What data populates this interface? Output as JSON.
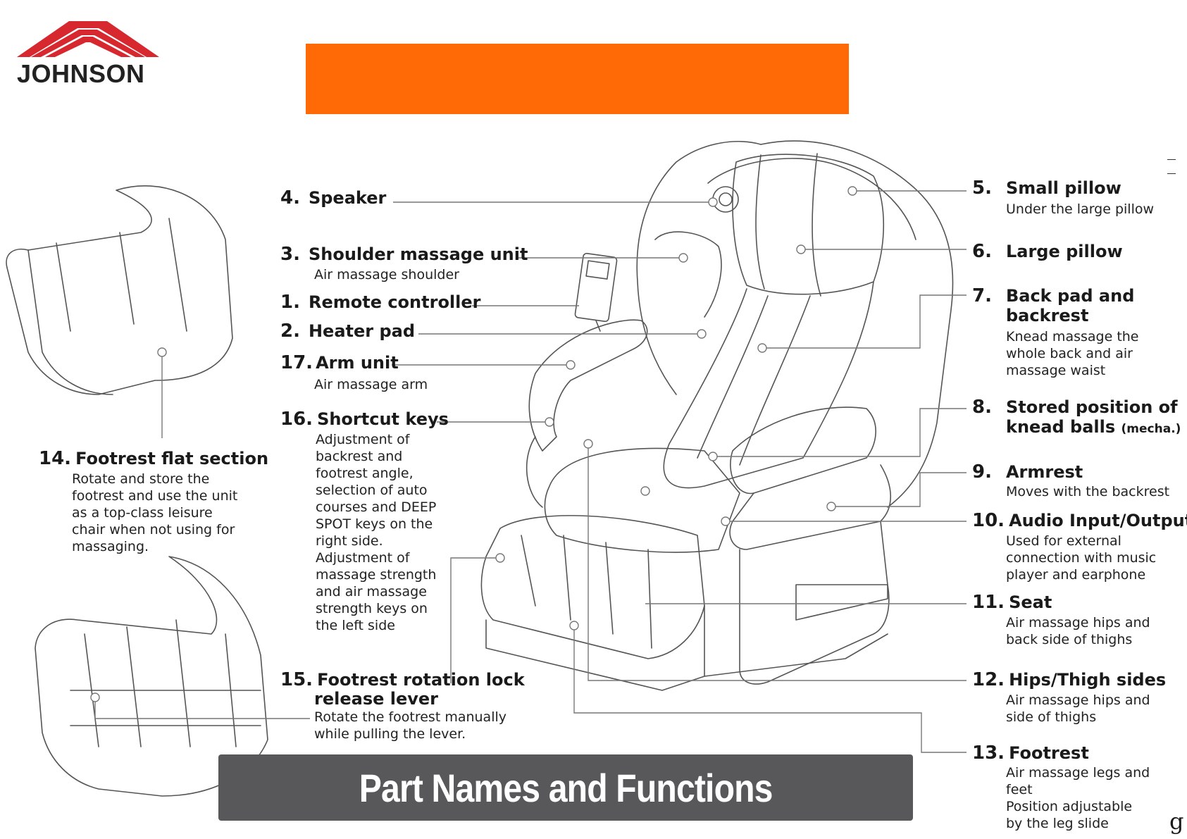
{
  "brand": {
    "name": "JOHNSON",
    "roof_color": "#d7282f",
    "banner_color": "#ff6a06"
  },
  "banner": {
    "top_text": "",
    "bottom_text": "Part Names and Functions",
    "bottom_color": "#58585a"
  },
  "parts": [
    {
      "num": "4.",
      "title": "Speaker",
      "desc": []
    },
    {
      "num": "3.",
      "title": "Shoulder massage unit",
      "desc": [
        "Air massage shoulder"
      ]
    },
    {
      "num": "1.",
      "title": "Remote controller",
      "desc": []
    },
    {
      "num": "2.",
      "title": "Heater pad",
      "desc": []
    },
    {
      "num": "17.",
      "title": "Arm unit",
      "desc": [
        "Air massage arm"
      ]
    },
    {
      "num": "16.",
      "title": "Shortcut keys",
      "desc": [
        "Adjustment of",
        "backrest and",
        "footrest angle,",
        "selection of auto",
        "courses and DEEP",
        "SPOT keys on the",
        "right side.",
        "Adjustment of",
        "massage strength",
        "and air massage",
        "strength keys on",
        "the left side"
      ]
    },
    {
      "num": "15.",
      "title": "Footrest rotation lock",
      "title2": "release lever",
      "desc": [
        "Rotate the footrest manually",
        "while pulling the lever."
      ]
    },
    {
      "num": "14.",
      "title": "Footrest flat section",
      "desc": [
        "Rotate and store the",
        "footrest and use the unit",
        "as a top-class leisure",
        "chair when not using for",
        "massaging."
      ]
    },
    {
      "num": "5.",
      "title": "Small pillow",
      "desc": [
        "Under the large pillow"
      ]
    },
    {
      "num": "6.",
      "title": "Large pillow",
      "desc": []
    },
    {
      "num": "7.",
      "title": "Back pad and",
      "title2": "backrest",
      "desc": [
        "Knead massage the",
        "whole back and air",
        "massage waist"
      ]
    },
    {
      "num": "8.",
      "title": "Stored position of",
      "title2": "knead balls",
      "sub": "(mecha.)",
      "desc": []
    },
    {
      "num": "9.",
      "title": "Armrest",
      "desc": [
        "Moves with the backrest"
      ]
    },
    {
      "num": "10.",
      "title": "Audio Input/Output",
      "desc": [
        "Used for external",
        "connection with music",
        "player and earphone"
      ]
    },
    {
      "num": "11.",
      "title": "Seat",
      "desc": [
        "Air massage hips and",
        "back side of thighs"
      ]
    },
    {
      "num": "12.",
      "title": "Hips/Thigh sides",
      "desc": [
        "Air massage hips and",
        "side of thighs"
      ]
    },
    {
      "num": "13.",
      "title": "Footrest",
      "desc": [
        "Air massage legs and",
        "feet",
        "Position adjustable",
        "by the leg slide"
      ]
    }
  ],
  "edge_glyph": "g"
}
